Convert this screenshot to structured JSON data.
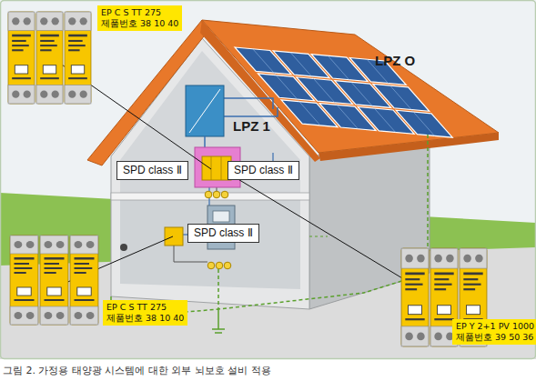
{
  "diagram": {
    "caption": "그림 2. 가정용 태양광 시스템에 대한 외부 뇌보호 설비 적용",
    "nodes": [
      {
        "text": [
          "EP C S TT 275",
          "제품번호 38 10 40"
        ]
      },
      {
        "text": [
          "SPD class Ⅱ"
        ]
      },
      {
        "text": [
          "SPD class Ⅱ"
        ]
      },
      {
        "text": [
          "SPD class Ⅱ"
        ]
      },
      {
        "text": [
          "EP C S TT 275",
          "제품번호 38 10 40"
        ]
      },
      {
        "text": [
          "EP Y 2+1 PV 1000",
          "제품번호 39 50 36"
        ]
      }
    ],
    "labels": [
      "LPZ O",
      "LPZ 1"
    ]
  }
}
